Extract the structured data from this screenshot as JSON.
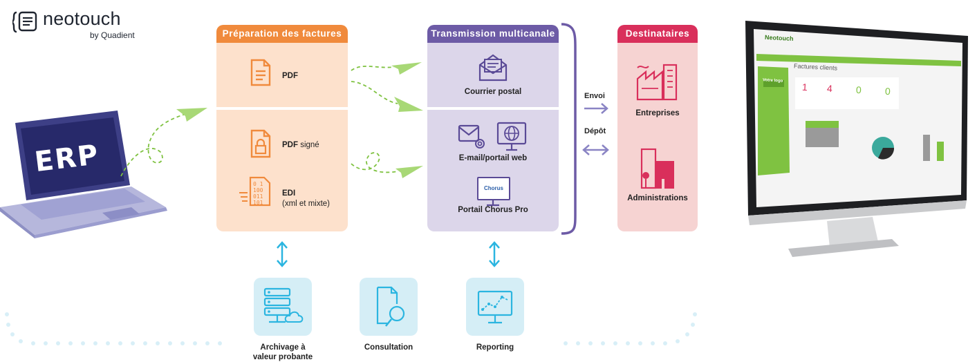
{
  "logo": {
    "name": "neotouch",
    "byline": "by Quadient"
  },
  "laptop": {
    "label": "ERP"
  },
  "preparation": {
    "title": "Préparation des factures",
    "pdf_label": "PDF",
    "pdf_signed_bold": "PDF",
    "pdf_signed_rest": " signé",
    "edi_bold": "EDI",
    "edi_rest": "(xml et mixte)"
  },
  "transmission": {
    "title": "Transmission multicanale",
    "postal": "Courrier postal",
    "email_web": "E-mail/portail web",
    "chorus": "Portail Chorus Pro",
    "chorus_logo": "Chorus"
  },
  "flows": {
    "envoi": "Envoi",
    "depot": "Dépôt"
  },
  "recipients": {
    "title": "Destinataires",
    "companies": "Entreprises",
    "administrations": "Administrations"
  },
  "tools": {
    "archive_line1": "Archivage à",
    "archive_line2": "valeur probante",
    "consultation": "Consultation",
    "reporting": "Reporting"
  },
  "monitor": {
    "brand": "Neotouch",
    "page_title": "Factures clients",
    "logo_button": "Votre logo",
    "kpis": [
      "1",
      "4",
      "0",
      "0"
    ]
  },
  "colors": {
    "orange": "#f08a3c",
    "orange_light": "#fde1cc",
    "purple": "#6d5ba6",
    "purple_light": "#dcd6ea",
    "red": "#d92f5b",
    "red_light": "#f6d3d2",
    "green": "#7fc241",
    "cyan": "#2bb5e0",
    "cyan_light": "#d5eef6"
  }
}
